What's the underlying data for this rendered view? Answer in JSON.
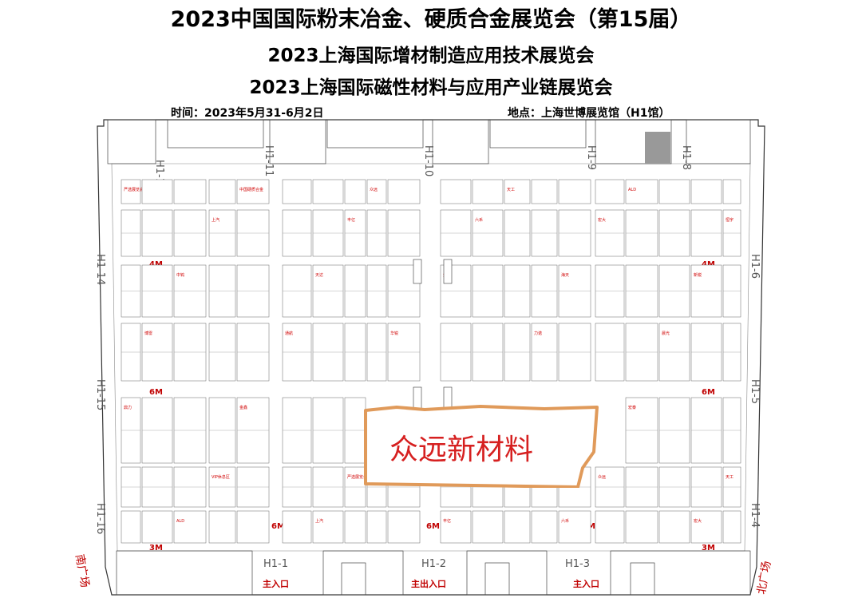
{
  "header": {
    "title_line1": "2023中国国际粉末冶金、硬质合金展览会（第15届）",
    "title_line2": "2023上海国际增材制造应用技术展览会",
    "title_line3": "2023上海国际磁性材料与应用产业链展览会",
    "time": "时间：2023年5月31-6月2日",
    "location": "地点：上海世博展览馆（H1馆）"
  },
  "gates": {
    "top": [
      "H1-12",
      "H1-11",
      "H1-10",
      "H1-9",
      "H1-8"
    ],
    "left": [
      "H1-14",
      "H1-15",
      "H1-16"
    ],
    "right": [
      "H1-6",
      "H1-5",
      "H1-4"
    ],
    "bottom": [
      "H1-1",
      "H1-2",
      "H1-3"
    ]
  },
  "entrances": [
    "主入口",
    "主出入口",
    "主入口"
  ],
  "squares": {
    "south": "南广场",
    "north": "北广场"
  },
  "aisles": {
    "left": [
      "4M",
      "6M",
      "3M"
    ],
    "right": [
      "4M",
      "6M",
      "3M"
    ],
    "bottom": [
      "6M",
      "6M",
      "6M"
    ]
  },
  "booth_labels": [
    "严选展览会",
    "中国硬质合金",
    "众远",
    "天工",
    "ALD",
    "上汽",
    "丰亿",
    "六禾",
    "宏大",
    "恒宇",
    "中钨",
    "天达",
    "金鹭",
    "海天",
    "新锐",
    "博雷",
    "通航",
    "华锐",
    "力诺",
    "晨光",
    "鼎力",
    "金鑫",
    "宏泰",
    "VIP休息区"
  ],
  "highlight": {
    "label": "众远新材料",
    "color": "#d62020",
    "outline_color": "#e09a5a"
  },
  "colors": {
    "booth_text": "#d00000",
    "entrance": "#c00000"
  }
}
